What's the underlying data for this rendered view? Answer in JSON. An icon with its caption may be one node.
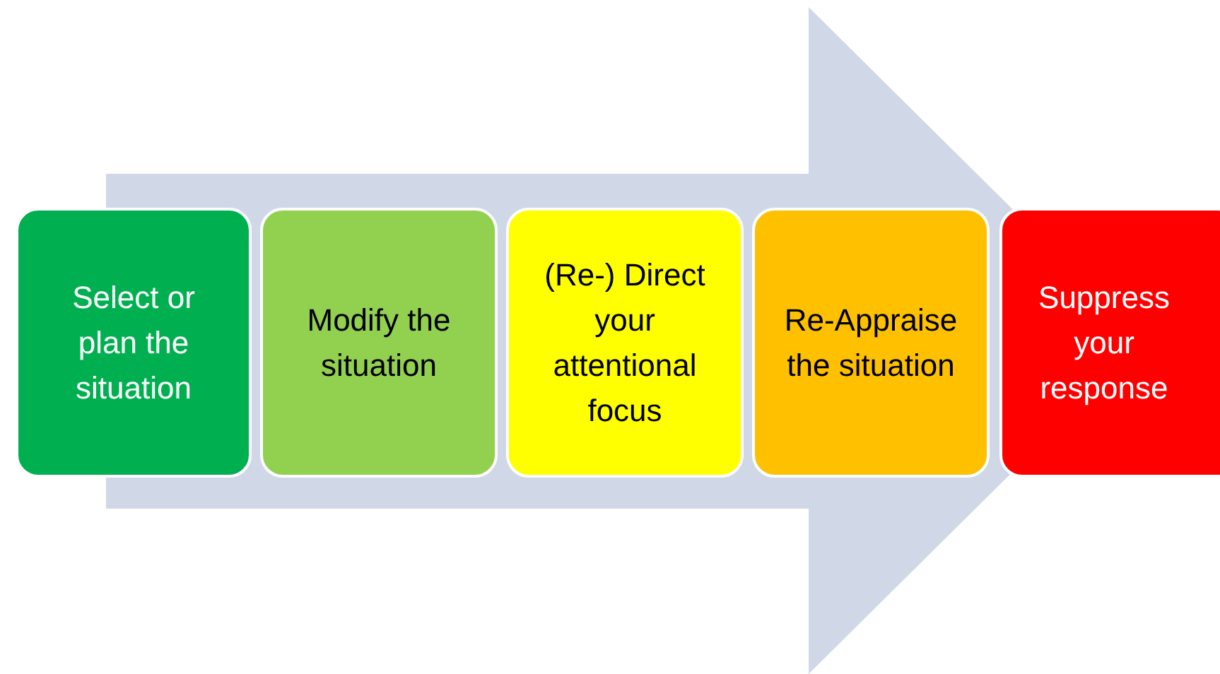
{
  "diagram": {
    "nodes": [
      {
        "text": [
          "Select or plan the situation"
        ]
      },
      {
        "text": [
          "Modify the situation"
        ]
      },
      {
        "text": [
          "(Re-) Direct your attentional focus"
        ]
      },
      {
        "text": [
          "Re-Appraise the situation"
        ]
      },
      {
        "text": [
          "Suppress your response"
        ]
      }
    ],
    "edges": [
      {
        "from": 0,
        "to": 4,
        "arrow": "to"
      }
    ]
  }
}
